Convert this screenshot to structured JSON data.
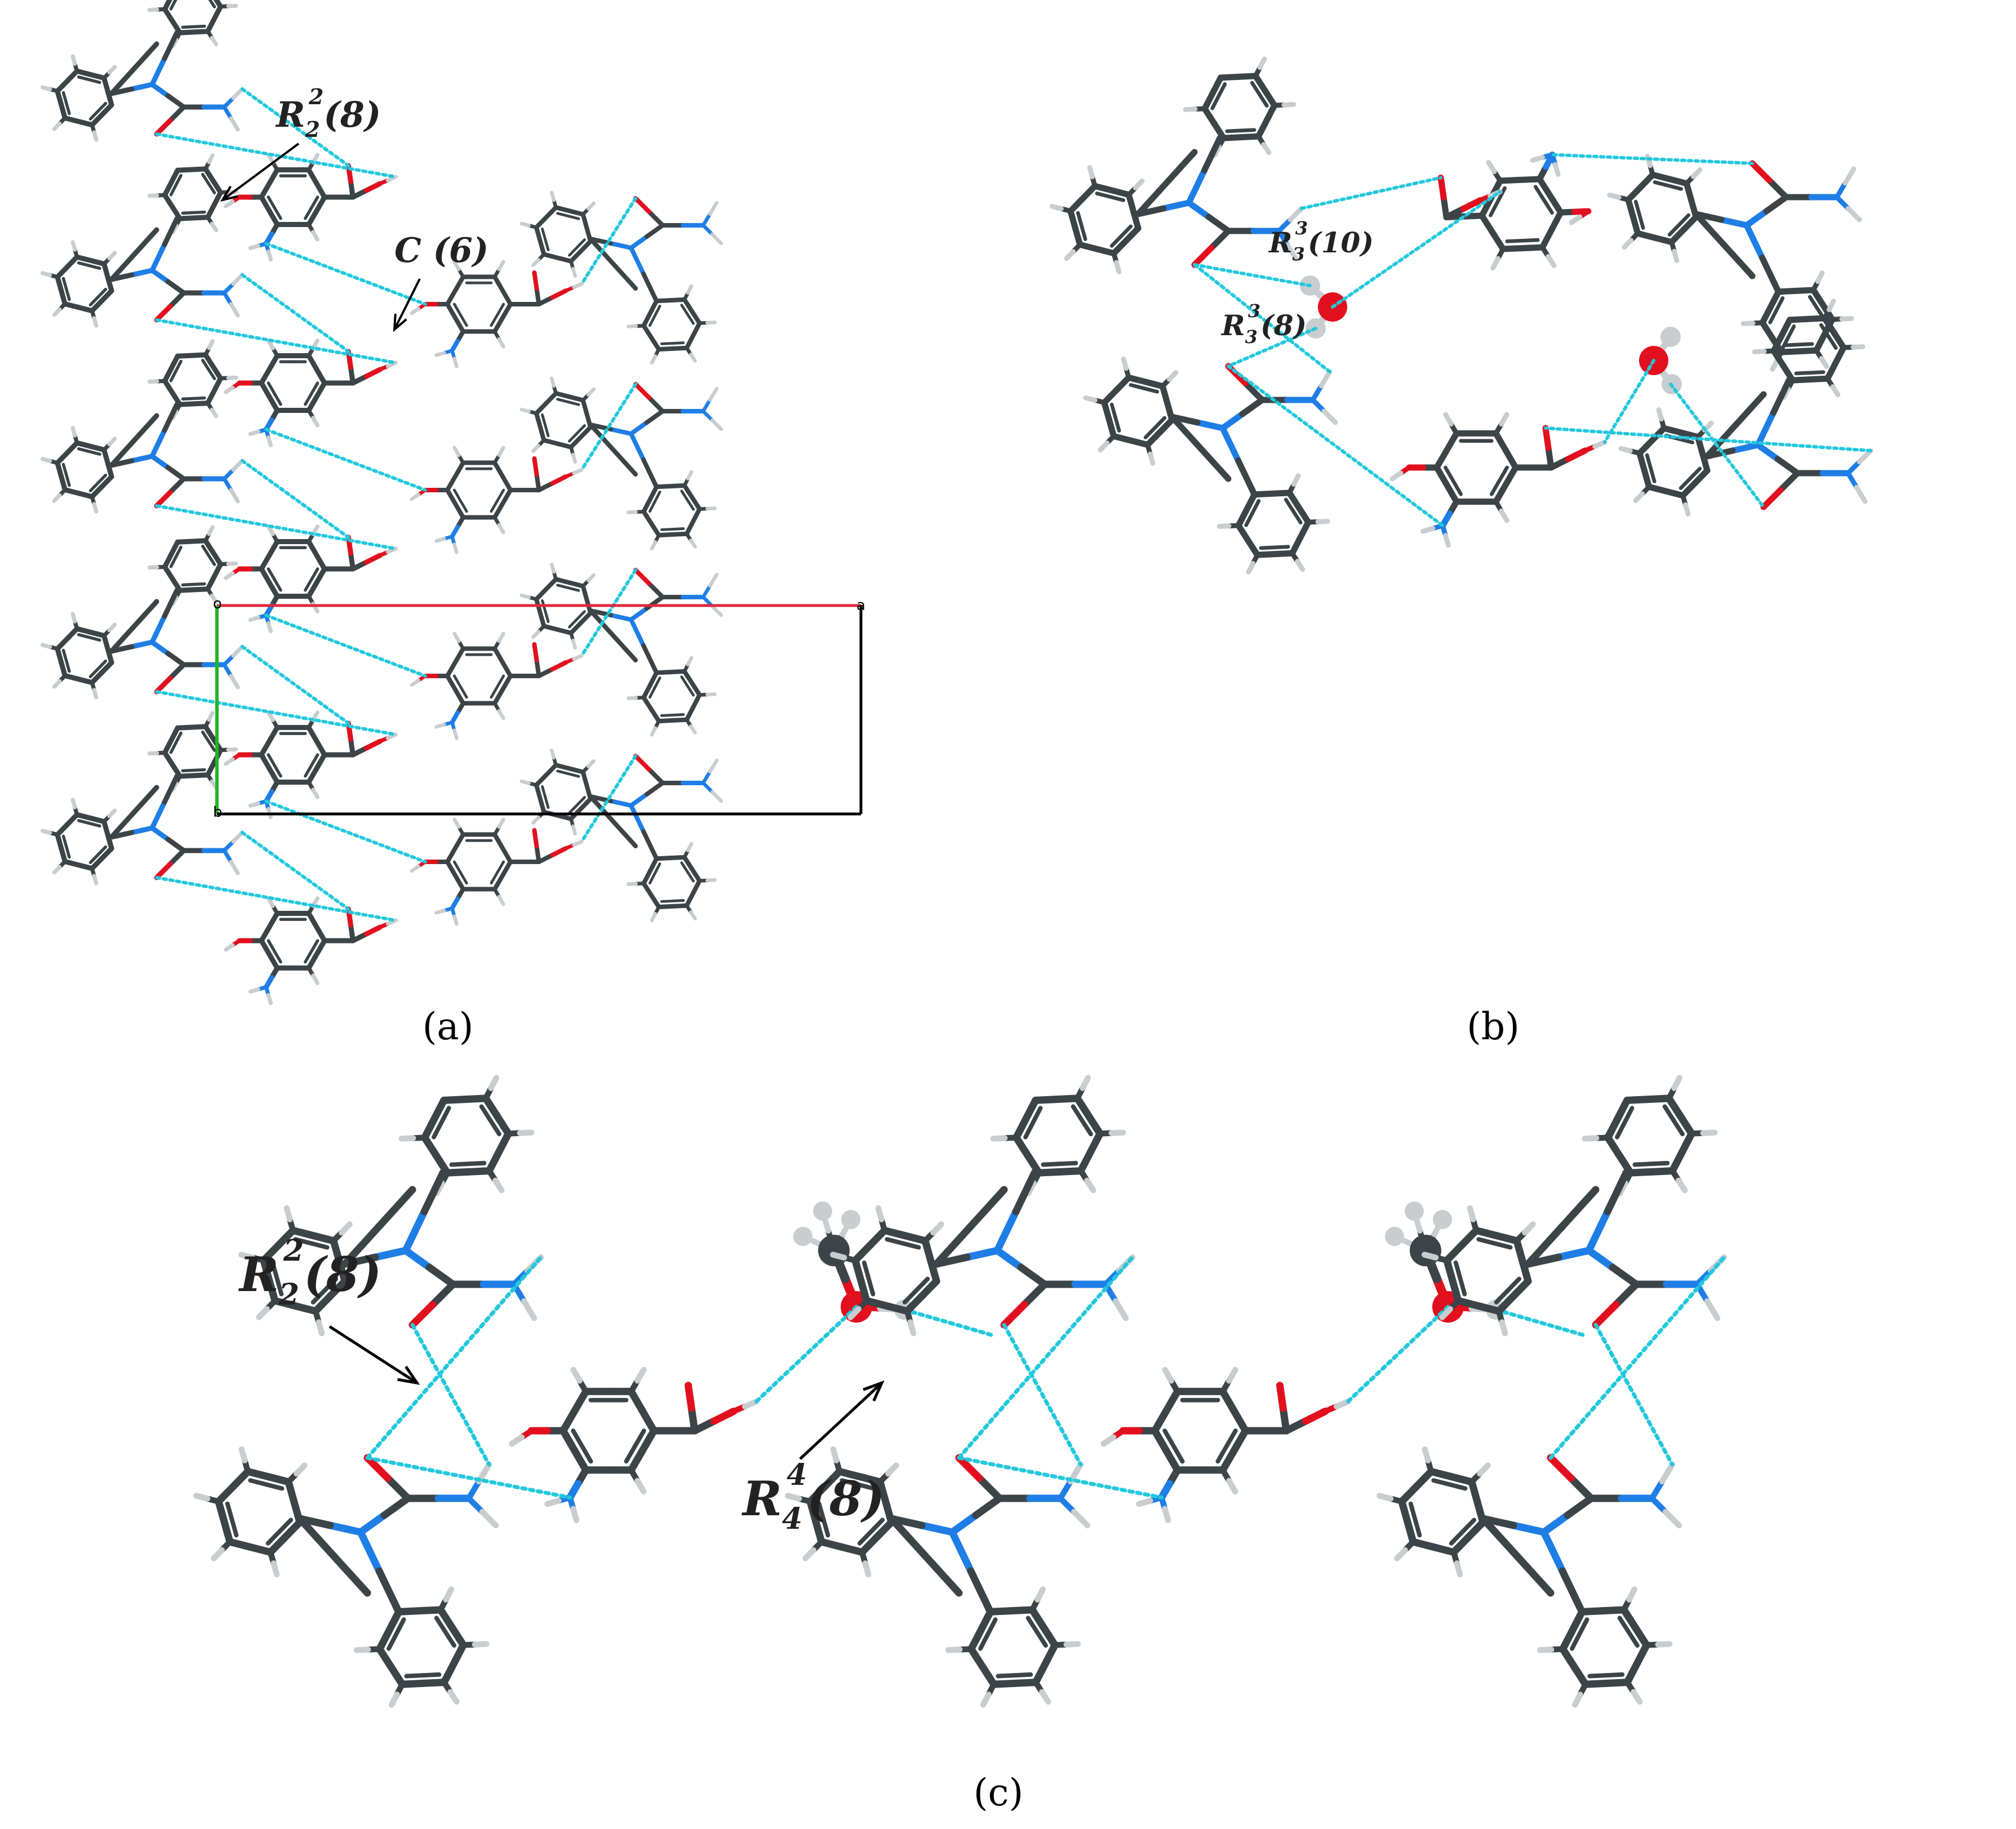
{
  "colors": {
    "carbon": "#3c4448",
    "nitrogen": "#1f7ee6",
    "oxygen": "#e2101e",
    "hydrogen": "#c9cdd0",
    "hbond": "#22c8dc",
    "cell_a": "#e0283c",
    "cell_b": "#22b422",
    "cell_edge": "#000000",
    "label": "#222222"
  },
  "panels": {
    "a": {
      "caption": "(a)",
      "labels": [
        {
          "id": "r22-a",
          "base": "R",
          "sub": "2",
          "sup": "2",
          "tail": "(8)"
        },
        {
          "id": "c6",
          "base": "C",
          "sub": "",
          "sup": "",
          "tail": " (6)"
        }
      ],
      "cell_axes": [
        "a",
        "b",
        "o"
      ]
    },
    "b": {
      "caption": "(b)",
      "labels": [
        {
          "id": "r33-10",
          "base": "R",
          "sub": "3",
          "sup": "3",
          "tail": "(10)"
        },
        {
          "id": "r33-8",
          "base": "R",
          "sub": "3",
          "sup": "3",
          "tail": "(8)"
        }
      ]
    },
    "c": {
      "caption": "(c)",
      "labels": [
        {
          "id": "r22-c",
          "base": "R",
          "sub": "2",
          "sup": "2",
          "tail": "(8)"
        },
        {
          "id": "r44-8",
          "base": "R",
          "sub": "4",
          "sup": "4",
          "tail": "(8)"
        }
      ]
    }
  }
}
